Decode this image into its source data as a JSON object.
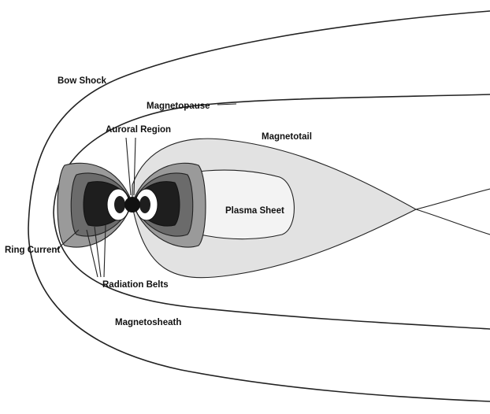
{
  "diagram": {
    "labels": {
      "bow_shock": "Bow Shock",
      "magnetopause": "Magnetopause",
      "auroral_region": "Auroral Region",
      "magnetotail": "Magnetotail",
      "plasma_sheet": "Plasma Sheet",
      "ring_current": "Ring Current",
      "radiation_belts": "Radiation Belts",
      "magnetosheath": "Magnetosheath"
    },
    "colors": {
      "outer_belt": "#9a9a9a",
      "middle_belt": "#6b6b6b",
      "inner_belt": "#1e1e1e",
      "magnetotail_fill": "#e2e2e2",
      "plasma_sheet_fill": "#f3f3f3",
      "line": "#222222"
    }
  }
}
